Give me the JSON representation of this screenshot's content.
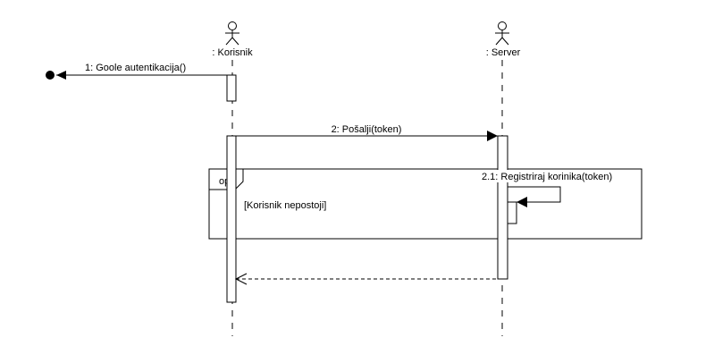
{
  "participants": [
    {
      "id": "korisnik",
      "label": ": Korisnik",
      "type": "actor"
    },
    {
      "id": "server",
      "label": ": Server",
      "type": "actor"
    }
  ],
  "messages": [
    {
      "label": "1: Goole autentikacija()",
      "from": "korisnik",
      "to": "lost",
      "kind": "lost-message"
    },
    {
      "label": "2: Pošalji(token)",
      "from": "korisnik",
      "to": "server",
      "kind": "sync"
    },
    {
      "label": "2.1: Registriraj korinika(token)",
      "from": "server",
      "to": "server",
      "kind": "self"
    },
    {
      "label": "",
      "from": "server",
      "to": "korisnik",
      "kind": "return"
    }
  ],
  "fragment": {
    "operator": "opt",
    "guard": "[Korisnik nepostoji]"
  }
}
